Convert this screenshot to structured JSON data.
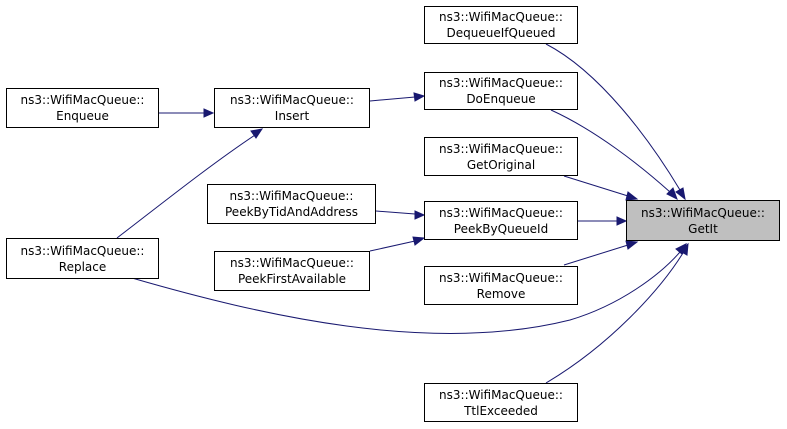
{
  "nodes": {
    "getit": {
      "line1": "ns3::WifiMacQueue::",
      "line2": "GetIt"
    },
    "dequeueifqueued": {
      "line1": "ns3::WifiMacQueue::",
      "line2": "DequeueIfQueued"
    },
    "doenqueue": {
      "line1": "ns3::WifiMacQueue::",
      "line2": "DoEnqueue"
    },
    "getoriginal": {
      "line1": "ns3::WifiMacQueue::",
      "line2": "GetOriginal"
    },
    "peekbyqueueid": {
      "line1": "ns3::WifiMacQueue::",
      "line2": "PeekByQueueId"
    },
    "remove": {
      "line1": "ns3::WifiMacQueue::",
      "line2": "Remove"
    },
    "ttlexceeded": {
      "line1": "ns3::WifiMacQueue::",
      "line2": "TtlExceeded"
    },
    "insert": {
      "line1": "ns3::WifiMacQueue::",
      "line2": "Insert"
    },
    "peekbytid": {
      "line1": "ns3::WifiMacQueue::",
      "line2": "PeekByTidAndAddress"
    },
    "peekfirst": {
      "line1": "ns3::WifiMacQueue::",
      "line2": "PeekFirstAvailable"
    },
    "enqueue": {
      "line1": "ns3::WifiMacQueue::",
      "line2": "Enqueue"
    },
    "replace": {
      "line1": "ns3::WifiMacQueue::",
      "line2": "Replace"
    }
  },
  "colors": {
    "edge": "#191970",
    "focus_fill": "#bfbfbf",
    "node_border": "#000000"
  }
}
